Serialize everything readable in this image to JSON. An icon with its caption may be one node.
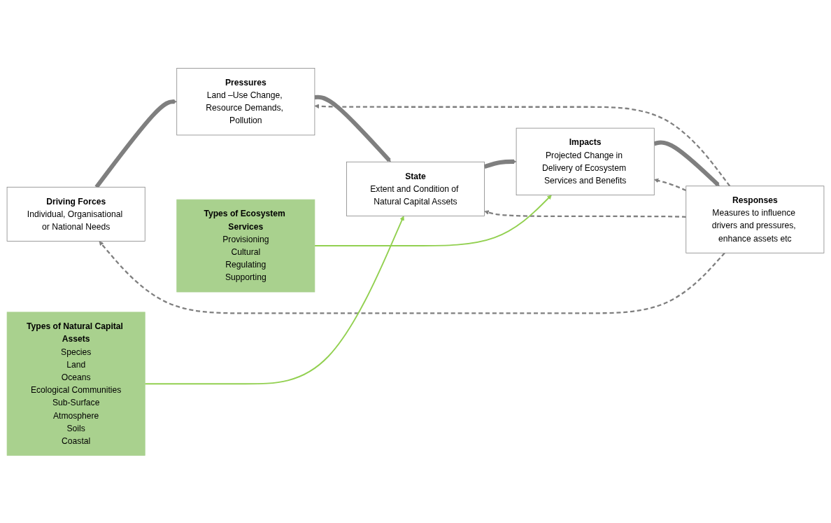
{
  "diagram": {
    "nodes": [
      {
        "text": [
          "Driving Forces",
          "Individual, Organisational or National Needs"
        ]
      },
      {
        "text": [
          "Responses",
          "Measures to influence drivers and pressures, enhance assets etc"
        ]
      },
      {
        "text": [
          "Pressures",
          "Land –Use Change, Resource Demands, Pollution"
        ]
      },
      {
        "text": [
          "State",
          "Extent and Condition of Natural Capital Assets"
        ]
      },
      {
        "text": [
          "Impacts",
          "Projected Change in Delivery of Ecosystem Services and Benefits"
        ]
      },
      {
        "text": [
          "Types of Natural Capital Assets",
          "Species",
          "Land",
          "Oceans",
          "Ecological Communities",
          "Sub-Surface",
          "Atmosphere",
          "Soils",
          "Coastal"
        ]
      },
      {
        "text": [
          "Types of Ecosystem Services",
          "Provisioning",
          "Cultural",
          "Regulating",
          "Supporting"
        ]
      }
    ],
    "edges": [
      {
        "from": 0,
        "to": 2,
        "arrow": "to",
        "style": "thick"
      },
      {
        "from": 1,
        "to": 0,
        "arrow": "to",
        "style": "dashed"
      },
      {
        "from": 1,
        "to": 2,
        "arrow": "to",
        "style": "dashed"
      },
      {
        "from": 1,
        "to": 3,
        "arrow": "to",
        "style": "dashed"
      },
      {
        "from": 2,
        "to": 3,
        "arrow": "to",
        "style": "thick"
      },
      {
        "from": 3,
        "to": 4,
        "arrow": "to",
        "style": "thick"
      },
      {
        "from": 1,
        "to": 4,
        "arrow": "to",
        "style": "dashed"
      },
      {
        "from": 4,
        "to": 1,
        "arrow": "to",
        "style": "thick"
      },
      {
        "from": 5,
        "to": 3,
        "arrow": "to",
        "color": "#92d050"
      },
      {
        "from": 6,
        "to": 4,
        "arrow": "to",
        "color": "#92d050"
      }
    ]
  }
}
